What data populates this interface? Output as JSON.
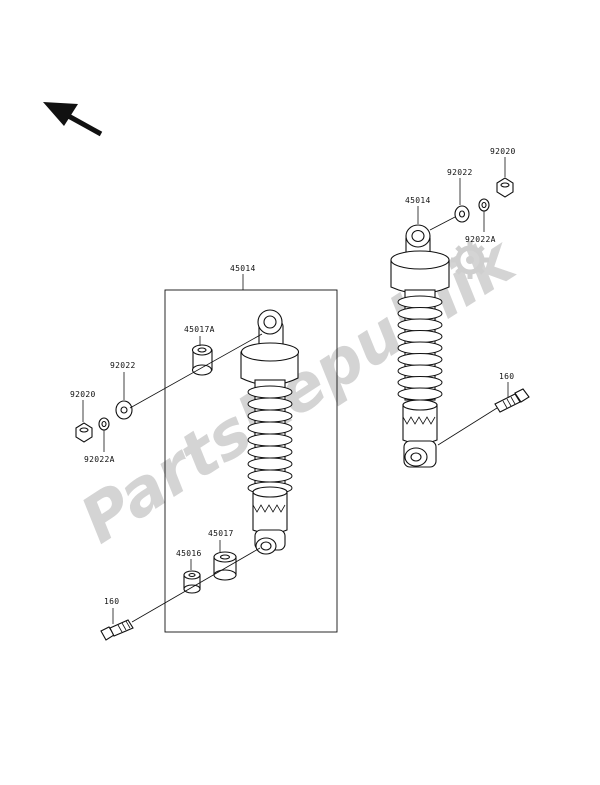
{
  "watermark": {
    "text": "PartsRepublik"
  },
  "labels": {
    "left_assembly": "45014",
    "left_bushing_top": "45017A",
    "left_washer": "92022",
    "left_nut": "92020",
    "left_washer_small": "92022A",
    "left_bushing_bottom": "45017",
    "left_collar": "45016",
    "left_bolt": "160",
    "right_assembly": "45014",
    "right_washer": "92022",
    "right_nut": "92020",
    "right_washer_small": "92022A",
    "right_bolt": "160"
  },
  "icons": {
    "direction": "arrow-up-left-icon",
    "watermark_gear": "gear-icon"
  }
}
